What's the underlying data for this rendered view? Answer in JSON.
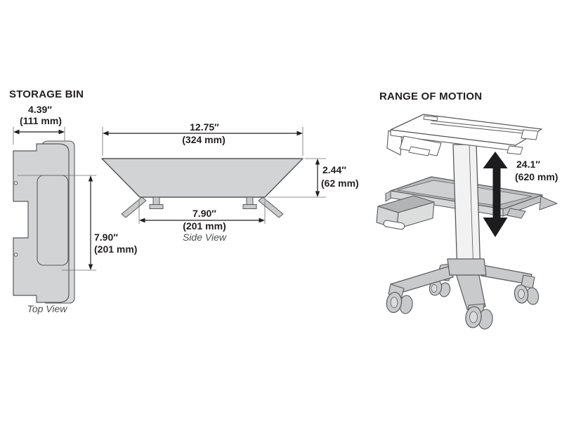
{
  "storage_bin": {
    "title": "STORAGE BIN",
    "top_view": {
      "label": "Top View",
      "width_in": "4.39″",
      "width_mm": "(111 mm)",
      "depth_in": "7.90″",
      "depth_mm": "(201 mm)"
    },
    "side_view": {
      "label": "Side View",
      "top_width_in": "12.75″",
      "top_width_mm": "(324 mm)",
      "height_in": "2.44″",
      "height_mm": "(62 mm)",
      "bottom_width_in": "7.90″",
      "bottom_width_mm": "(201 mm)"
    }
  },
  "range_of_motion": {
    "title": "RANGE OF MOTION",
    "travel_in": "24.1″",
    "travel_mm": "(620 mm)",
    "arrow_icon": "up-down-arrow"
  },
  "colors": {
    "line": "#58595b",
    "fill_light": "#d2d3d4",
    "fill_mid": "#b9babc",
    "text": "#231f20",
    "motion_arrow": "#1c1c1e"
  }
}
